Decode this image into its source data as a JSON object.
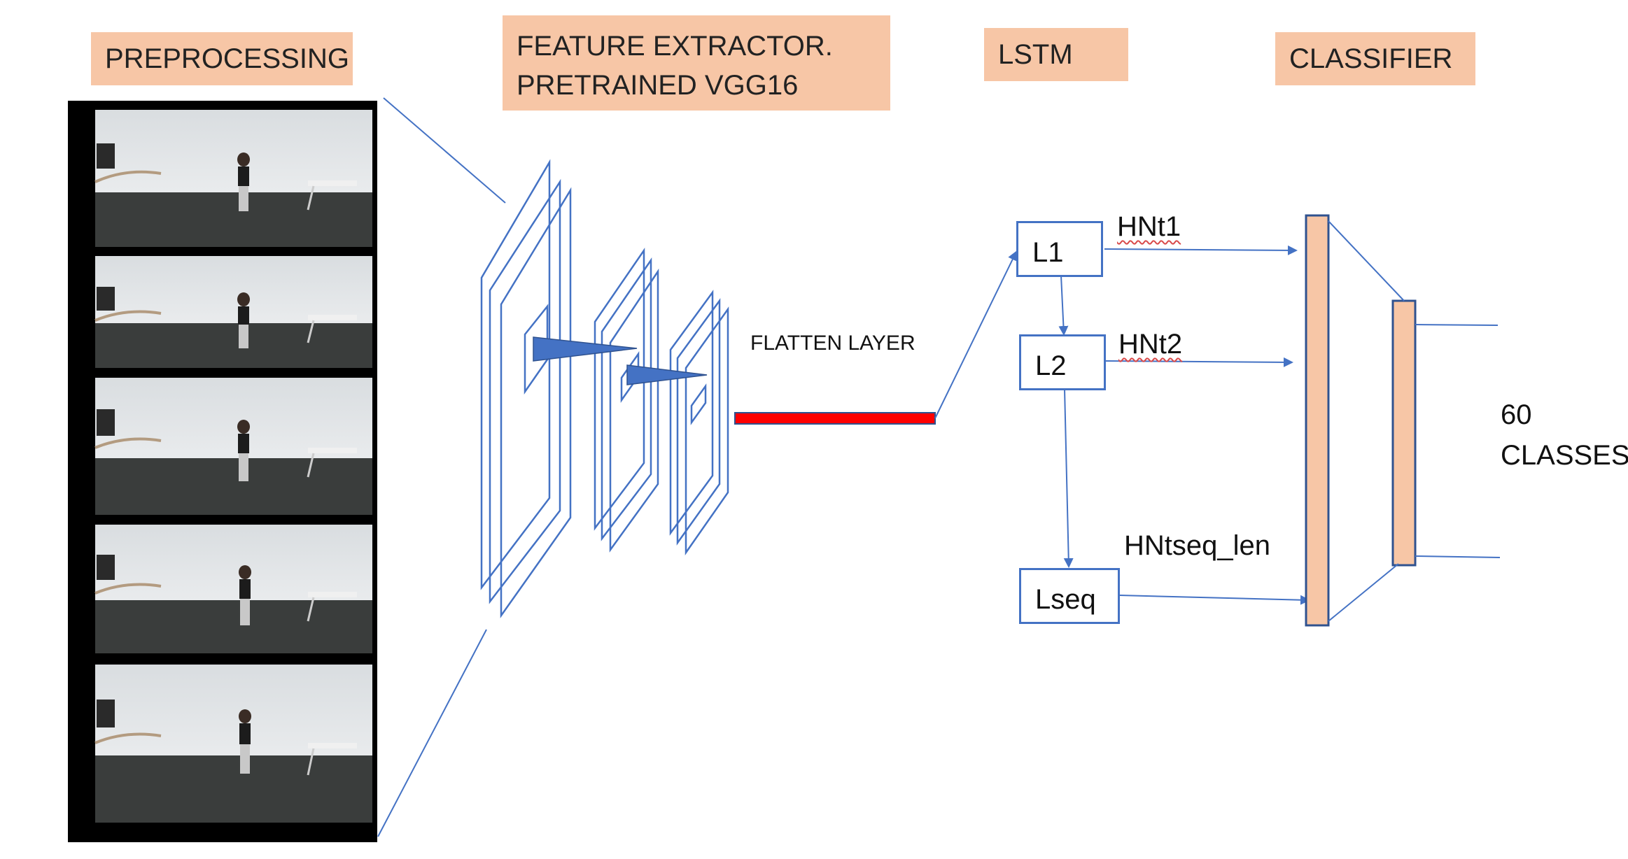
{
  "headers": {
    "preprocessing": "PREPROCESSING",
    "feature_extractor_line1": "FEATURE EXTRACTOR.",
    "feature_extractor_line2": "PRETRAINED VGG16",
    "lstm": "LSTM",
    "classifier": "CLASSIFIER"
  },
  "flatten_label": "FLATTEN LAYER",
  "lstm_cells": {
    "l1": "L1",
    "l2": "L2",
    "lseq": "Lseq"
  },
  "hidden_outputs": {
    "h1": "HNt1",
    "h2": "HNt2",
    "hseq": "HNtseq_len"
  },
  "output": {
    "line1": "60",
    "line2": "CLASSES"
  },
  "colors": {
    "header_fill": "#f7c6a6",
    "line": "#4472c4",
    "flatten_bar": "#ff0000",
    "frame_border": "#000000"
  }
}
